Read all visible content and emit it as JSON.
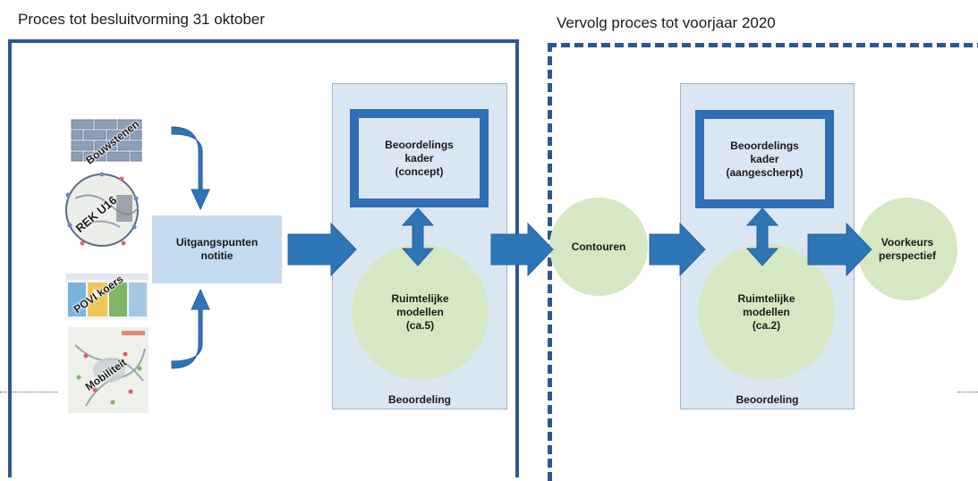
{
  "headings": {
    "left": "Proces tot besluitvorming 31 oktober",
    "right": "Vervolg proces tot voorjaar 2020"
  },
  "inputs": [
    {
      "label": "Bouwstenen",
      "icon": "brick-wall-image"
    },
    {
      "label": "REK U16",
      "icon": "circular-map-image"
    },
    {
      "label": "POVI koers",
      "icon": "policy-brochure-image"
    },
    {
      "label": "Mobiliteit",
      "icon": "mobility-map-image"
    }
  ],
  "notitie": "Uitgangspunten\nnotitie",
  "phase1": {
    "kader": "Beoordelings\nkader\n(concept)",
    "modellen": "Ruimtelijke\nmodellen\n(ca.5)",
    "footer": "Beoordeling"
  },
  "contouren": "Contouren",
  "phase2": {
    "kader": "Beoordelings\nkader\n(aangescherpt)",
    "modellen": "Ruimtelijke\nmodellen\n(ca.2)",
    "footer": "Beoordeling"
  },
  "voorkeur": "Voorkeurs\nperspectief",
  "colors": {
    "frame": "#2e5597",
    "panel": "#dbe6f3",
    "kader_border": "#2e6fb5",
    "circle": "#d6e8c3",
    "note": "#c5dbef",
    "arrow": "#2e75b6"
  }
}
